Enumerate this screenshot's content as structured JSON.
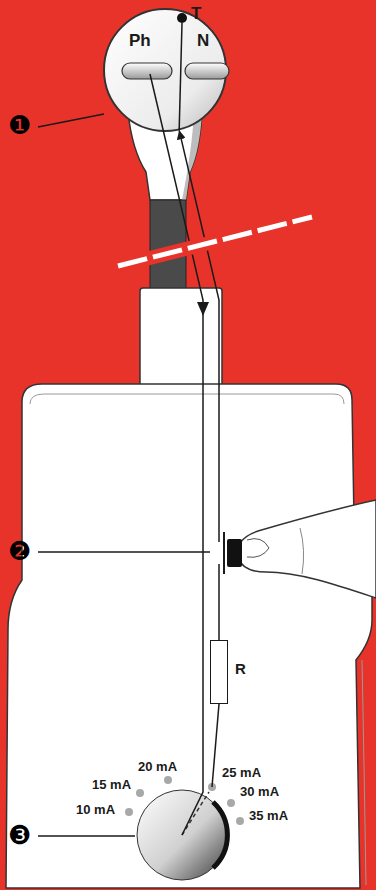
{
  "diagram": {
    "nodes": [
      {
        "text": [
          "T",
          "Ph",
          "N"
        ]
      },
      {
        "text": [
          "R"
        ]
      }
    ],
    "edges": [
      {
        "from": 1,
        "to": 0,
        "arrow": "to"
      }
    ],
    "labels": [
      "❶",
      "❷",
      "❸",
      "20 mA",
      "25 mA",
      "15 mA",
      "30 mA",
      "10 mA",
      "35 mA"
    ]
  }
}
